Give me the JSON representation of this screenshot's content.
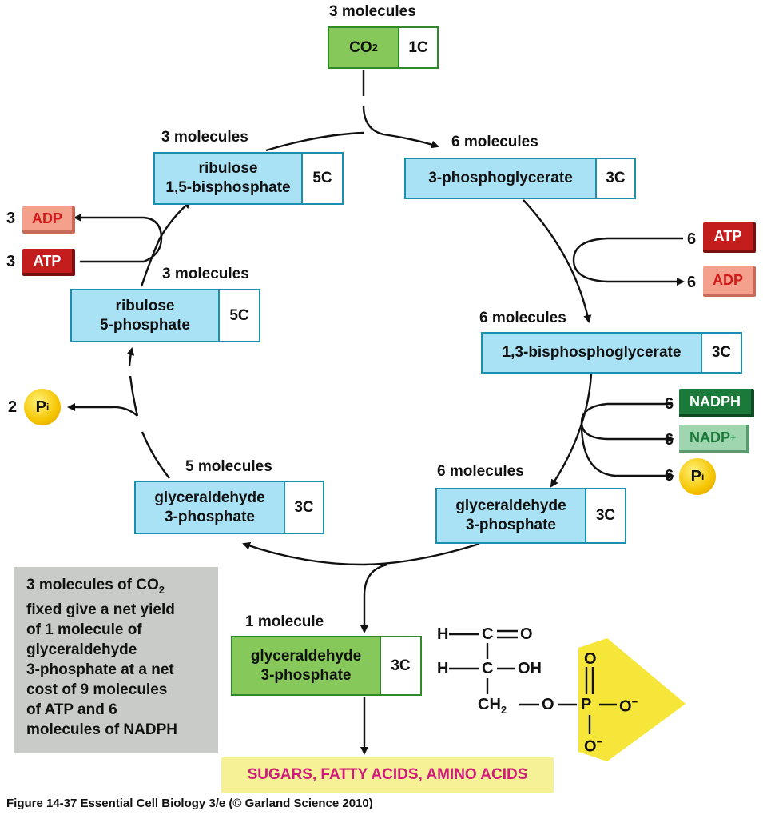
{
  "top": {
    "count_label": "3 molecules",
    "co2_name": "CO",
    "co2_sub": "2",
    "co2_carbons": "1C"
  },
  "rubp": {
    "count_label": "3 molecules",
    "name_line1": "ribulose",
    "name_line2": "1,5-bisphosphate",
    "carbons": "5C"
  },
  "pga": {
    "count_label": "6 molecules",
    "name": "3-phosphoglycerate",
    "carbons": "3C"
  },
  "bpg": {
    "count_label": "6 molecules",
    "name": "1,3-bisphosphoglycerate",
    "carbons": "3C"
  },
  "g3p_right": {
    "count_label": "6 molecules",
    "name_line1": "glyceraldehyde",
    "name_line2": "3-phosphate",
    "carbons": "3C"
  },
  "g3p_left": {
    "count_label": "5 molecules",
    "name_line1": "glyceraldehyde",
    "name_line2": "3-phosphate",
    "carbons": "3C"
  },
  "ru5p": {
    "count_label": "3 molecules",
    "name_line1": "ribulose",
    "name_line2": "5-phosphate",
    "carbons": "5C"
  },
  "g3p_out": {
    "count_label": "1 molecule",
    "name_line1": "glyceraldehyde",
    "name_line2": "3-phosphate",
    "carbons": "3C"
  },
  "cofactors": {
    "left_adp": {
      "count": "3",
      "label": "ADP"
    },
    "left_atp": {
      "count": "3",
      "label": "ATP"
    },
    "left_pi": {
      "count": "2",
      "label": "P",
      "sub": "i"
    },
    "right_atp": {
      "count": "6",
      "label": "ATP"
    },
    "right_adp": {
      "count": "6",
      "label": "ADP"
    },
    "right_nadph": {
      "count": "6",
      "label": "NADPH"
    },
    "right_nadp": {
      "count": "6",
      "label": "NADP",
      "sup": "+"
    },
    "right_pi": {
      "count": "6",
      "label": "P",
      "sub": "i"
    }
  },
  "note": {
    "line1a": "3 molecules of CO",
    "line1sub": "2",
    "line2": "fixed give a net yield",
    "line3": "of 1 molecule of",
    "line4": "glyceraldehyde",
    "line5": "3-phosphate at a net",
    "line6": "cost of 9 molecules",
    "line7": "of ATP and 6",
    "line8": "molecules of NADPH"
  },
  "products": "SUGARS, FATTY ACIDS, AMINO ACIDS",
  "structure": {
    "h1": "H",
    "c1": "C",
    "o1": "O",
    "h2": "H",
    "c2": "C",
    "oh": "OH",
    "ch2": "CH",
    "ch2sub": "2",
    "o3": "O",
    "p": "P",
    "ominus": "O",
    "otop": "O",
    "obottom": "O",
    "minus": "−"
  },
  "caption": "Figure 14-37  Essential Cell Biology 3/e (© Garland Science 2010)",
  "colors": {
    "box_blue": "#a9e2f5",
    "box_green": "#86c95a",
    "atp_red": "#c41d1d",
    "adp_pink": "#f5a08c",
    "nadph_green": "#1b7a3a",
    "products_yellow": "#f6f196",
    "products_text": "#d01a7a",
    "note_gray": "#c8cbc8"
  }
}
